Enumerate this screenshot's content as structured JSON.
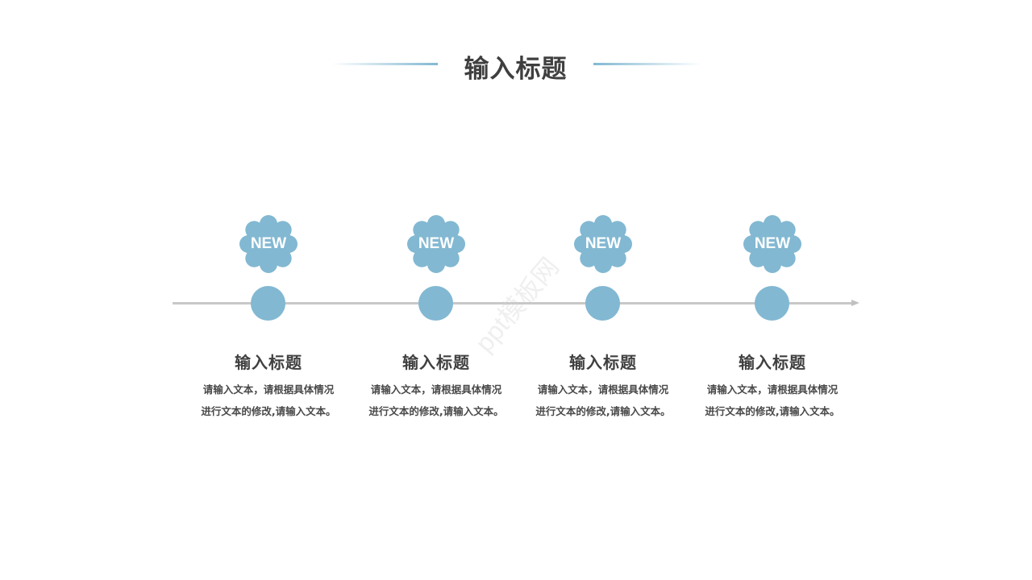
{
  "slide": {
    "title": "输入标题",
    "watermark": "ppt模板网",
    "accent_color": "#82b8d2",
    "line_color": "#c8c8c8",
    "steps": [
      {
        "badge": "NEW",
        "title": "输入标题",
        "desc_line1": "请输入文本，请根据具体情况",
        "desc_line2": "进行文本的修改,请输入文本。"
      },
      {
        "badge": "NEW",
        "title": "输入标题",
        "desc_line1": "请输入文本，请根据具体情况",
        "desc_line2": "进行文本的修改,请输入文本。"
      },
      {
        "badge": "NEW",
        "title": "输入标题",
        "desc_line1": "请输入文本，请根据具体情况",
        "desc_line2": "进行文本的修改,请输入文本。"
      },
      {
        "badge": "NEW",
        "title": "输入标题",
        "desc_line1": "请输入文本，请根据具体情况",
        "desc_line2": "进行文本的修改,请输入文本。"
      }
    ]
  }
}
